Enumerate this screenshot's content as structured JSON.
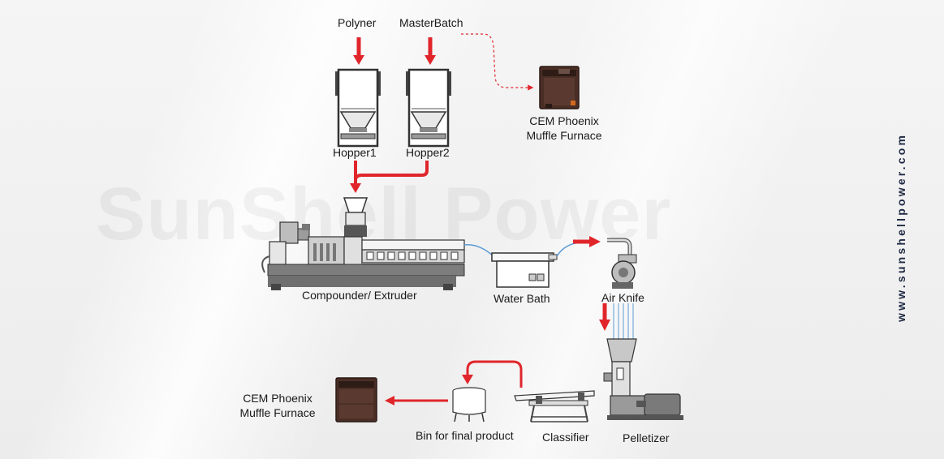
{
  "watermark": "SunShell Power",
  "side_url": "www.sunshellpower.com",
  "labels": {
    "polyner": "Polyner",
    "masterbatch": "MasterBatch",
    "hopper1": "Hopper1",
    "hopper2": "Hopper2",
    "furnace_top_line1": "CEM Phoenix",
    "furnace_top_line2": "Muffle Furnace",
    "compounder": "Compounder/ Extruder",
    "water_bath": "Water Bath",
    "air_knife": "Air Knife",
    "pelletizer": "Pelletizer",
    "classifier": "Classifier",
    "bin": "Bin for final product",
    "furnace_bottom_line1": "CEM Phoenix",
    "furnace_bottom_line2": "Muffle Furnace"
  },
  "colors": {
    "flow_arrow": "#e0262b",
    "dashed_link": "#e0262b",
    "hose": "#5b9bd5",
    "furnace_body": "#4a2e25",
    "machine_gray": "#8a8a8a",
    "text": "#1a1a1a",
    "brand": "#1f2a44"
  },
  "icons": [
    "hopper-icon",
    "furnace-icon",
    "extruder-icon",
    "water-bath-icon",
    "air-knife-icon",
    "pelletizer-icon",
    "classifier-icon",
    "bin-icon",
    "arrow-icon"
  ]
}
